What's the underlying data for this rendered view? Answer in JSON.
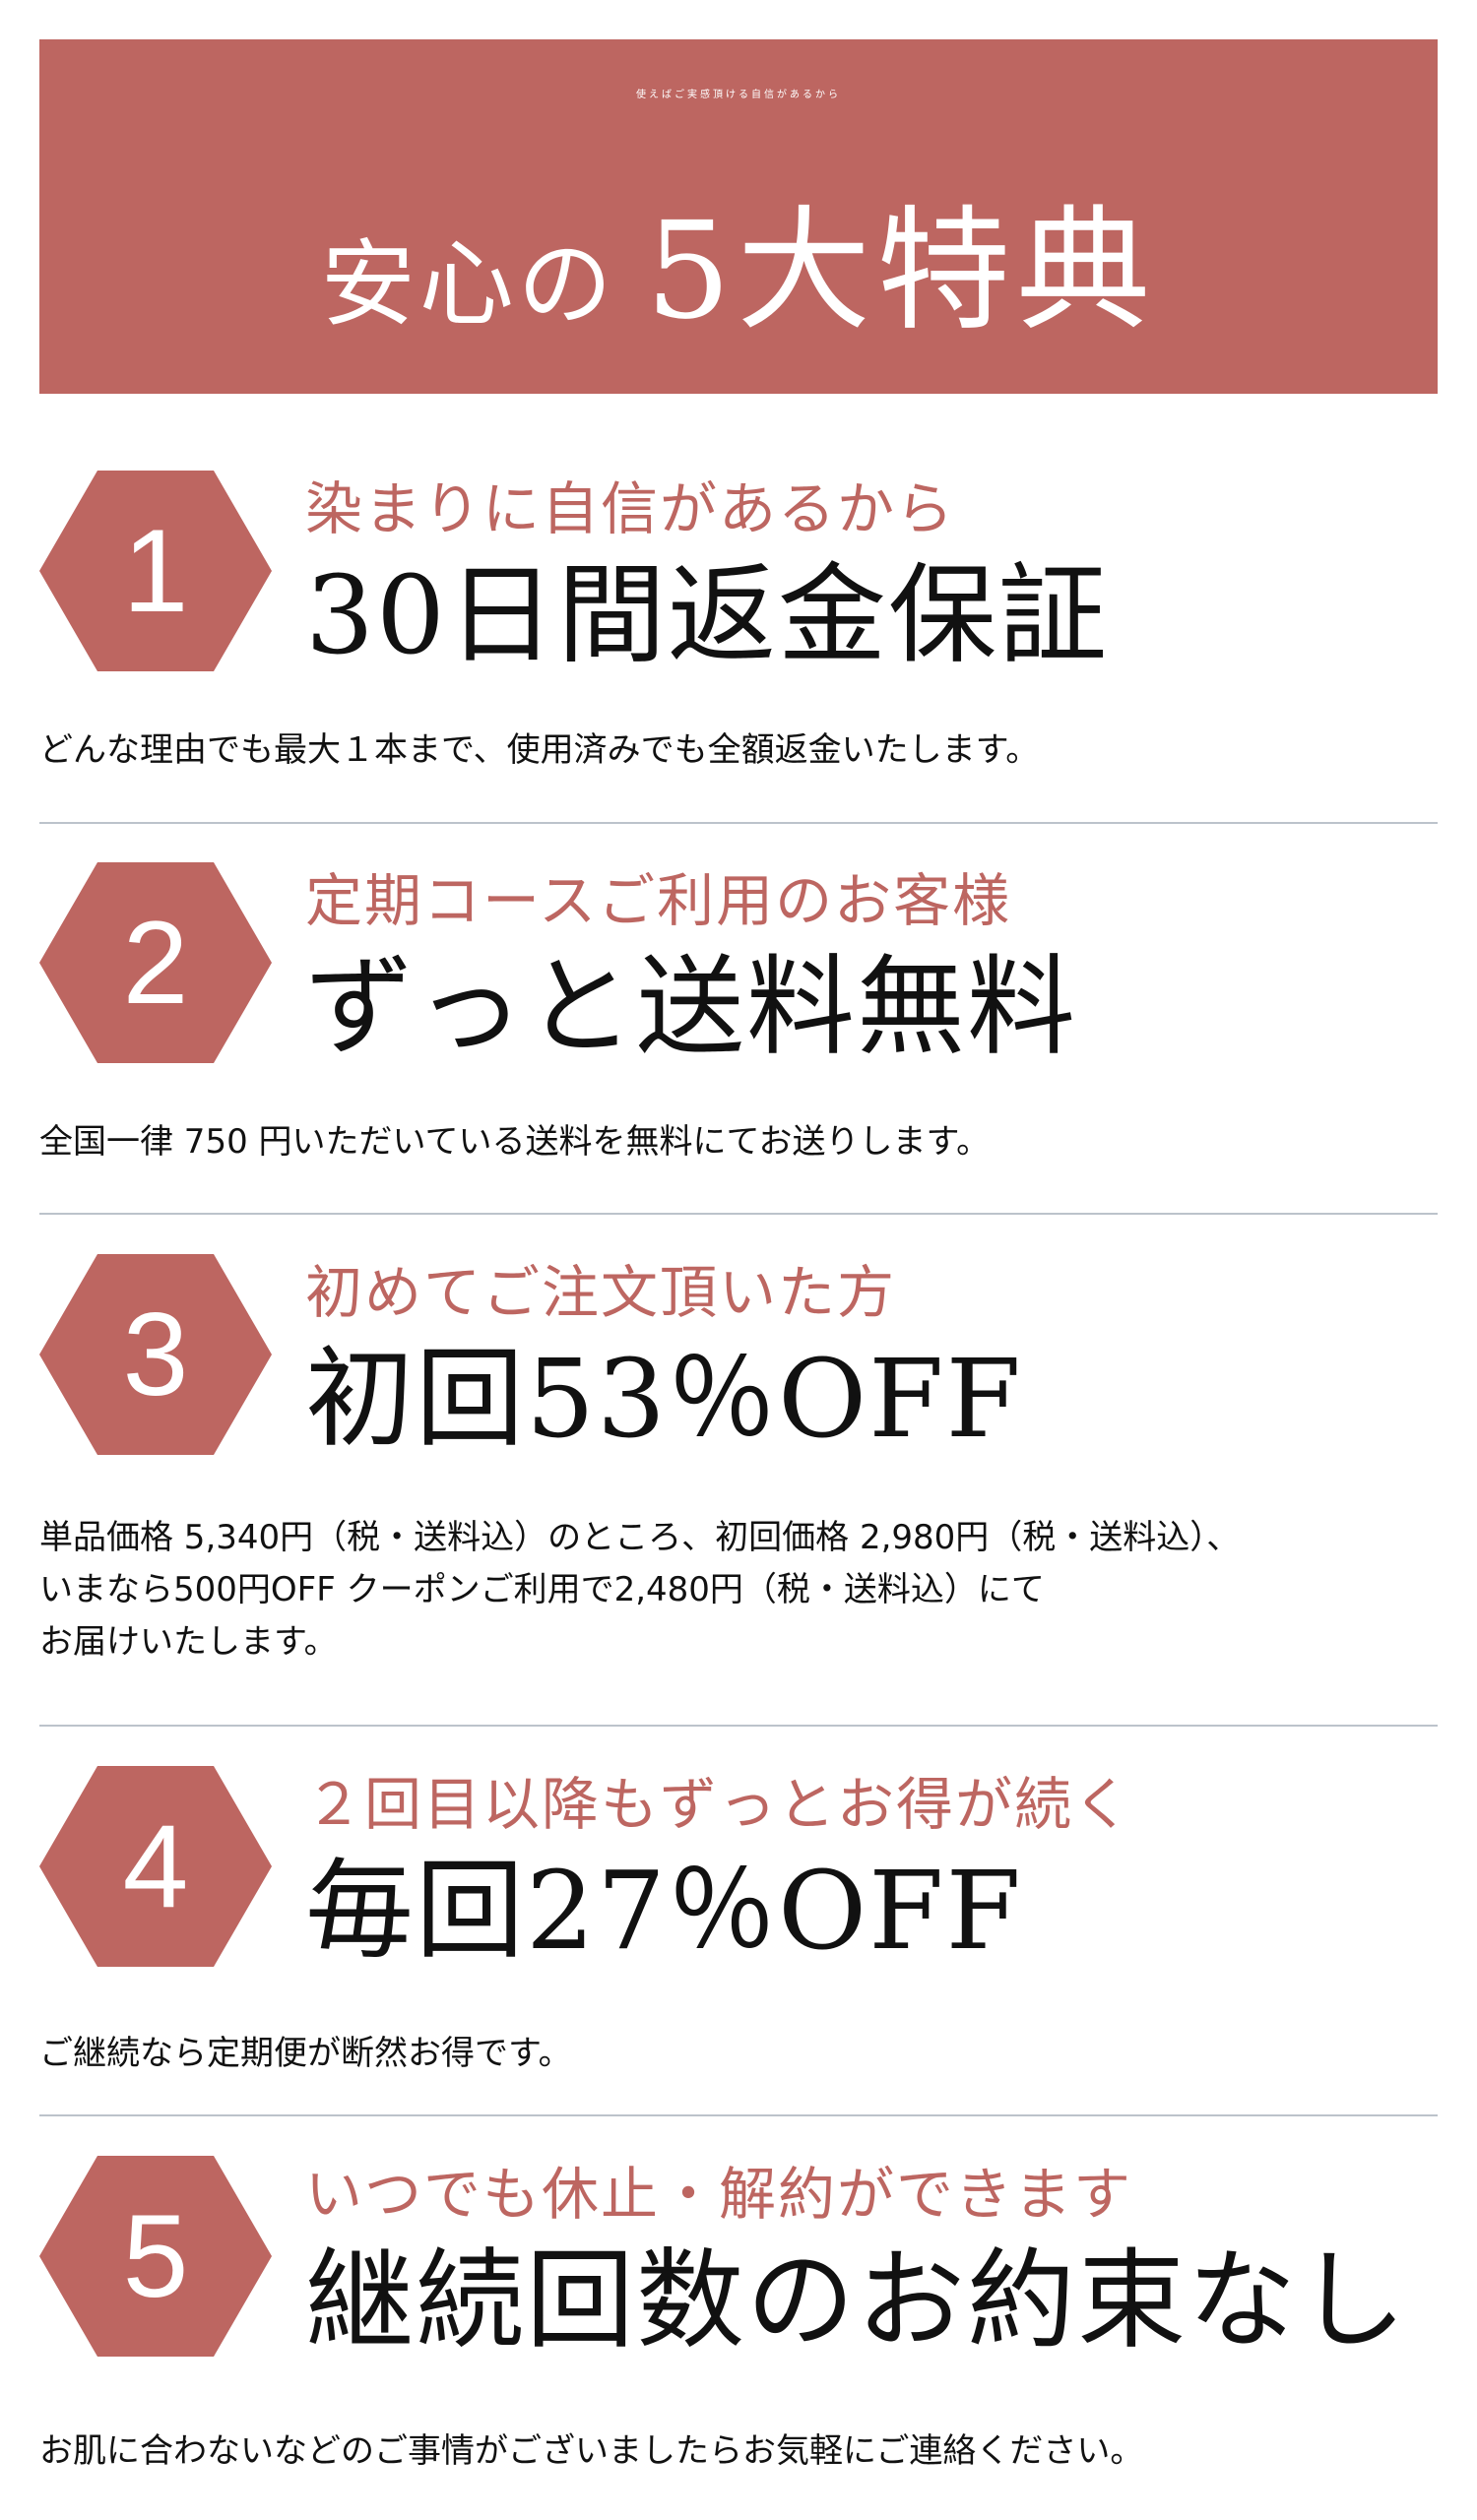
{
  "header": {
    "subtitle": "使えばご実感頂ける自信があるから",
    "title_prefix": "安心の",
    "title_main": "5大特典"
  },
  "benefits": [
    {
      "number": "1",
      "subtitle": "染まりに自信があるから",
      "title": "30日間返金保証",
      "description": [
        "どんな理由でも最大１本まで、使用済みでも全額返金いたします。"
      ]
    },
    {
      "number": "2",
      "subtitle": "定期コースご利用のお客様",
      "title": "ずっと送料無料",
      "description": [
        "全国一律 750 円いただいている送料を無料にてお送りします。"
      ]
    },
    {
      "number": "3",
      "subtitle": "初めてご注文頂いた方",
      "title": "初回53％OFF",
      "description": [
        "単品価格 5,340円（税・送料込）のところ、初回価格 2,980円（税・送料込）、",
        "いまなら500円OFF クーポンご利用で2,480円（税・送料込）にて",
        "お届けいたします。"
      ]
    },
    {
      "number": "4",
      "subtitle": "２回目以降もずっとお得が続く",
      "title": "毎回27％OFF",
      "description": [
        "ご継続なら定期便が断然お得です。"
      ]
    },
    {
      "number": "5",
      "subtitle": "いつでも休止・解約ができます",
      "title": "継続回数のお約束なし",
      "description": [
        "お肌に合わないなどのご事情がございましたらお気軽にご連絡ください。"
      ]
    }
  ],
  "colors": {
    "accent": "#bd6661",
    "divider": "#bcc3cb",
    "text": "#111111"
  }
}
